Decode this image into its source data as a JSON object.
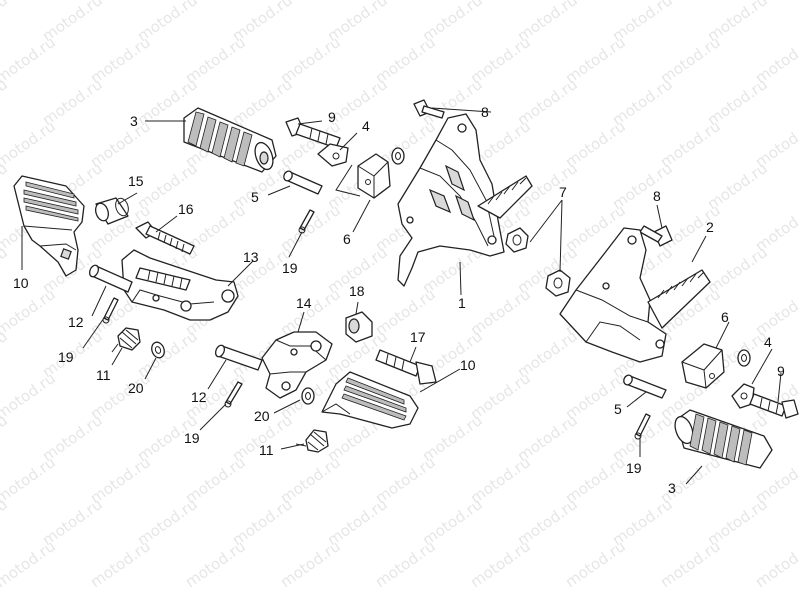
{
  "watermark": "motod.ru",
  "callouts": [
    {
      "id": "c1",
      "text": "1"
    },
    {
      "id": "c2",
      "text": "2"
    },
    {
      "id": "c3a",
      "text": "3"
    },
    {
      "id": "c3b",
      "text": "3"
    },
    {
      "id": "c4a",
      "text": "4"
    },
    {
      "id": "c4b",
      "text": "4"
    },
    {
      "id": "c5a",
      "text": "5"
    },
    {
      "id": "c5b",
      "text": "5"
    },
    {
      "id": "c6a",
      "text": "6"
    },
    {
      "id": "c6b",
      "text": "6"
    },
    {
      "id": "c7",
      "text": "7"
    },
    {
      "id": "c8a",
      "text": "8"
    },
    {
      "id": "c8b",
      "text": "8"
    },
    {
      "id": "c9a",
      "text": "9"
    },
    {
      "id": "c9b",
      "text": "9"
    },
    {
      "id": "c10a",
      "text": "10"
    },
    {
      "id": "c10b",
      "text": "10"
    },
    {
      "id": "c11a",
      "text": "11"
    },
    {
      "id": "c11b",
      "text": "11"
    },
    {
      "id": "c12a",
      "text": "12"
    },
    {
      "id": "c12b",
      "text": "12"
    },
    {
      "id": "c13",
      "text": "13"
    },
    {
      "id": "c14",
      "text": "14"
    },
    {
      "id": "c15",
      "text": "15"
    },
    {
      "id": "c16",
      "text": "16"
    },
    {
      "id": "c17",
      "text": "17"
    },
    {
      "id": "c18",
      "text": "18"
    },
    {
      "id": "c19a",
      "text": "19"
    },
    {
      "id": "c19b",
      "text": "19"
    },
    {
      "id": "c19c",
      "text": "19"
    },
    {
      "id": "c20a",
      "text": "20"
    },
    {
      "id": "c20b",
      "text": "20"
    }
  ]
}
